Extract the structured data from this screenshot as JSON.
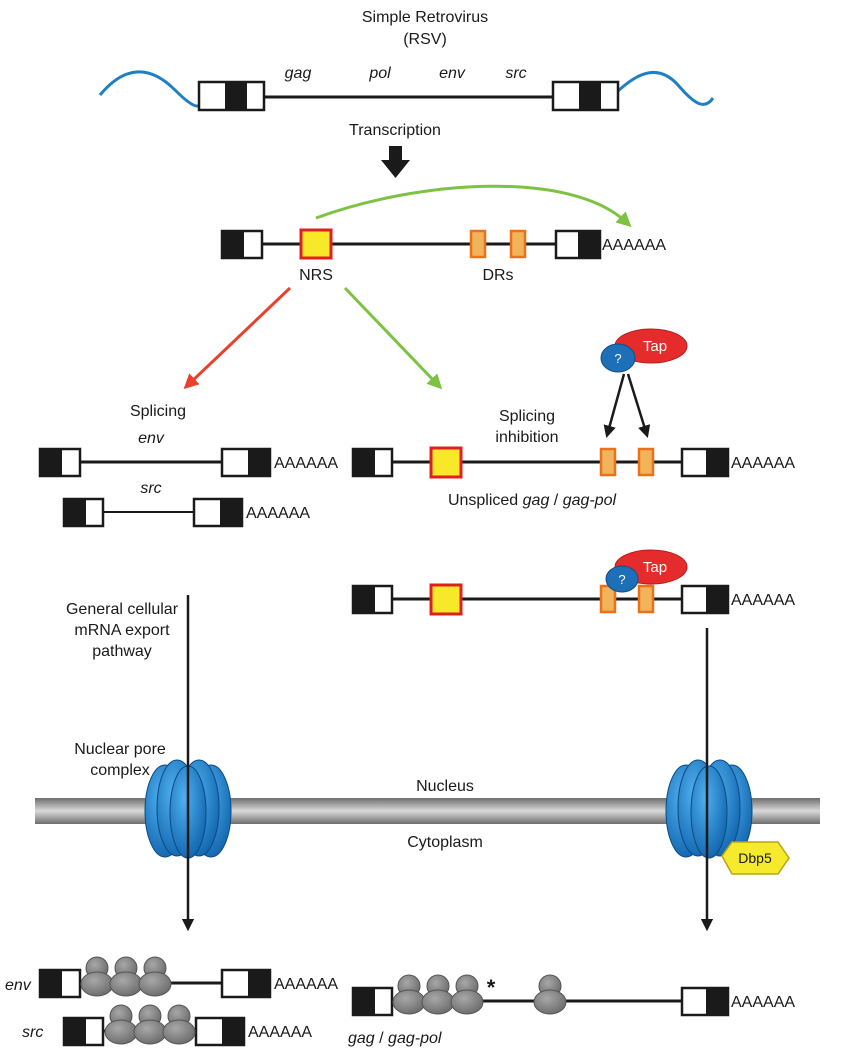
{
  "title": {
    "line1": "Simple Retrovirus",
    "line2": "(RSV)"
  },
  "genome_genes": [
    "gag",
    "pol",
    "env",
    "src"
  ],
  "steps": {
    "transcription": "Transcription",
    "splicing": "Splicing",
    "splicing_inhibition_1": "Splicing",
    "splicing_inhibition_2": "inhibition"
  },
  "elements": {
    "nrs": "NRS",
    "drs": "DRs"
  },
  "polyA": "AAAAAA",
  "spliced": {
    "env": "env",
    "src": "src"
  },
  "unspliced": {
    "gag": "gag",
    "sep": " / ",
    "gagpol": "gag-pol",
    "prefix": "Unspliced "
  },
  "proteins": {
    "tap": "Tap",
    "unknown": "?",
    "dbp5": "Dbp5"
  },
  "export_pathway": [
    "General cellular",
    "mRNA export",
    "pathway"
  ],
  "npc_label": [
    "Nuclear pore",
    "complex"
  ],
  "compartments": {
    "nucleus": "Nucleus",
    "cytoplasm": "Cytoplasm"
  },
  "cyto_labels": {
    "env": "env",
    "src": "src",
    "gag": "gag",
    "sep": " / ",
    "gagpol": "gag-pol",
    "star": "*"
  },
  "colors": {
    "black_box": "#1a1a1a",
    "blue_rna": "#1f7fc4",
    "nrs_fill": "#f7e82a",
    "nrs_stroke": "#e02020",
    "dr_fill": "#f2b45a",
    "dr_stroke": "#e8711a",
    "arrow_red": "#e8412c",
    "arrow_green": "#7dc242",
    "tap_red": "#e52b2b",
    "q_blue": "#1d6fb8",
    "npc_blue": "#1f86d4",
    "dbp5_yellow": "#f5ea2b",
    "ribosome": "#7f7f7f",
    "membrane": "#9a9a9a"
  }
}
